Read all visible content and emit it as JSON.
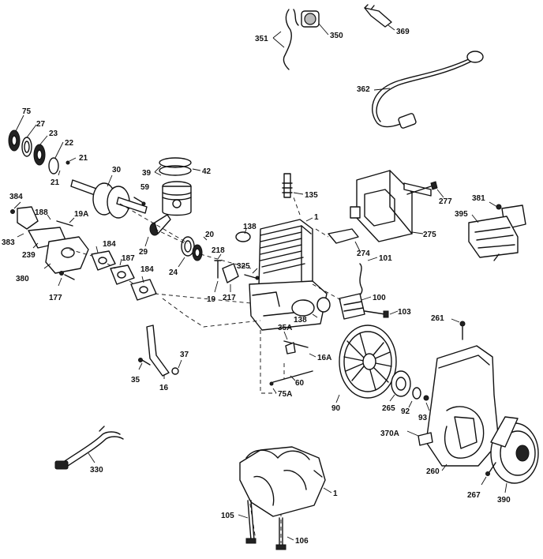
{
  "callouts": {
    "c75": "75",
    "c27": "27",
    "c23": "23",
    "c22": "22",
    "c21a": "21",
    "c21b": "21",
    "c30": "30",
    "c39": "39",
    "c42": "42",
    "c59": "59",
    "c135": "135",
    "c277": "277",
    "c381": "381",
    "c395": "395",
    "c384": "384",
    "c188": "188",
    "c19a": "19A",
    "c383": "383",
    "c239": "239",
    "c184a": "184",
    "c29": "29",
    "c24": "24",
    "c20": "20",
    "c138a": "138",
    "c1a": "1",
    "c275": "275",
    "c274": "274",
    "c101": "101",
    "c187": "187",
    "c184b": "184",
    "c380": "380",
    "c177": "177",
    "c218": "218",
    "c325": "325",
    "c19": "19",
    "c217": "217",
    "c100": "100",
    "c103": "103",
    "c138b": "138",
    "c35a": "35A",
    "c16a": "16A",
    "c261": "261",
    "c37": "37",
    "c35": "35",
    "c16": "16",
    "c60": "60",
    "c75a": "75A",
    "c90": "90",
    "c265": "265",
    "c92": "92",
    "c93": "93",
    "c370a": "370A",
    "c260": "260",
    "c330": "330",
    "c1b": "1",
    "c105": "105",
    "c106": "106",
    "c267": "267",
    "c390": "390",
    "c351": "351",
    "c350": "350",
    "c369": "369",
    "c362": "362"
  }
}
